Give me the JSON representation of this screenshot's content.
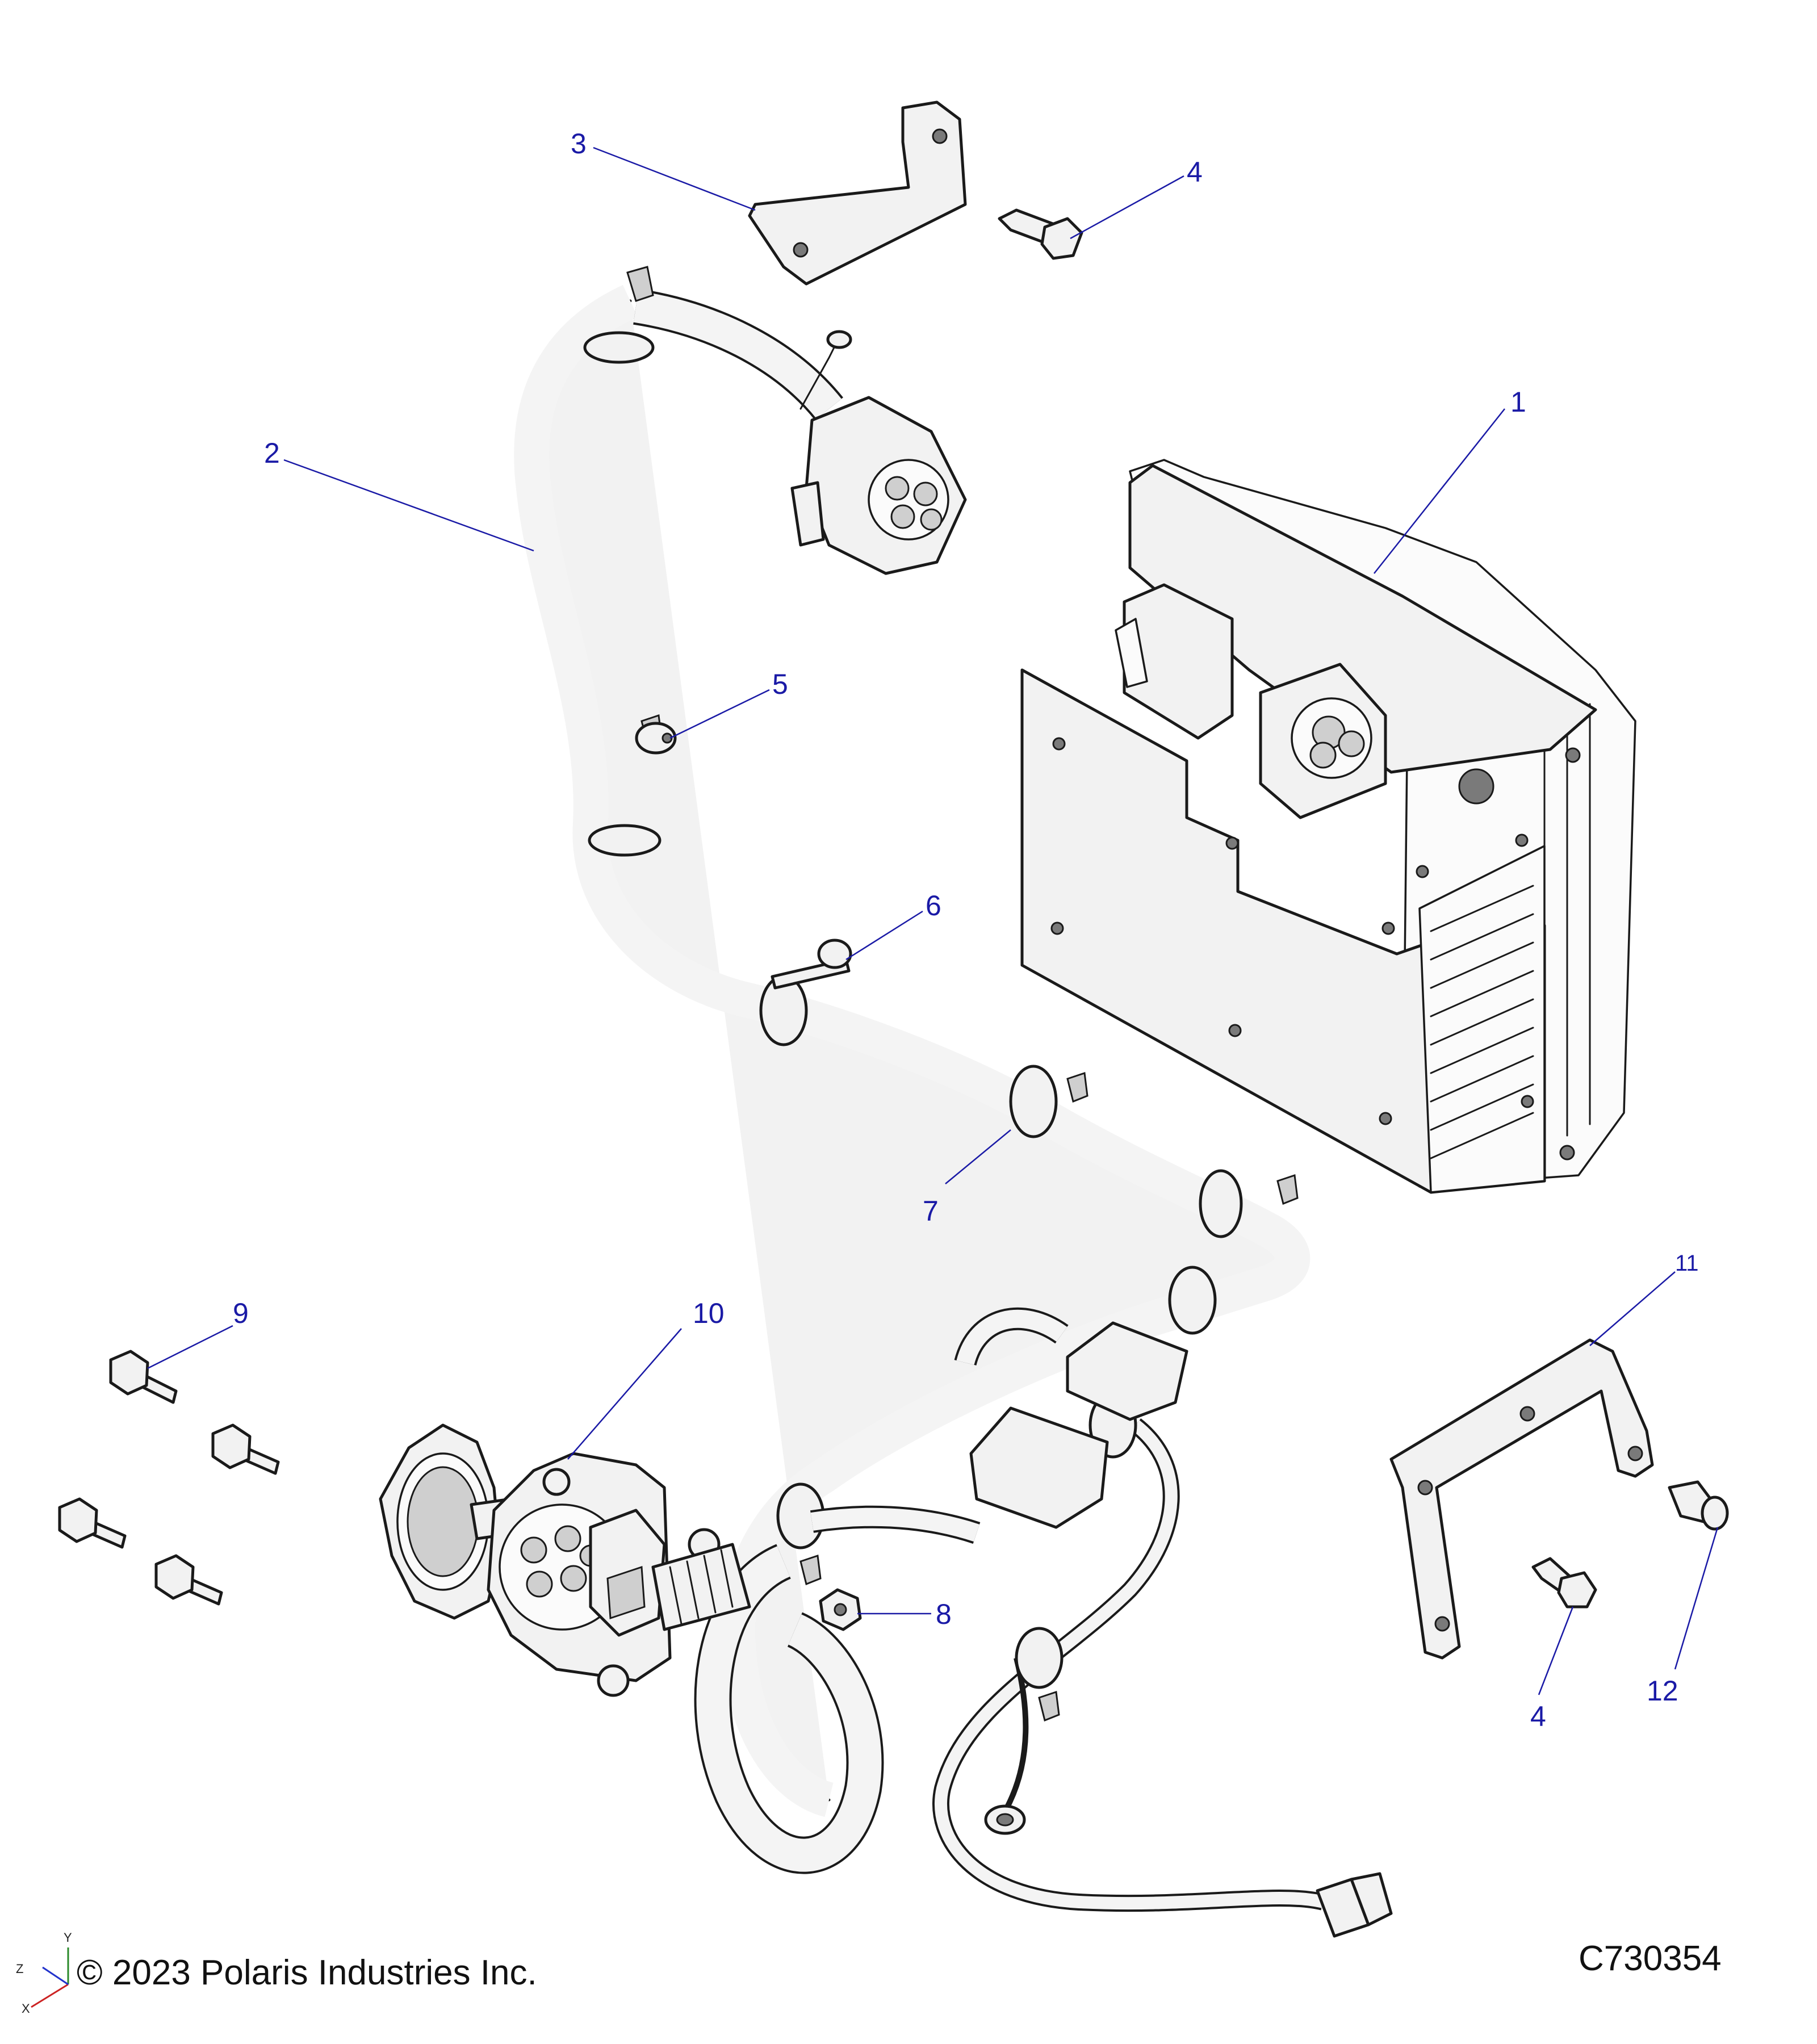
{
  "callouts": [
    {
      "id": "1",
      "label": "1"
    },
    {
      "id": "2",
      "label": "2"
    },
    {
      "id": "3",
      "label": "3"
    },
    {
      "id": "4a",
      "label": "4"
    },
    {
      "id": "5",
      "label": "5"
    },
    {
      "id": "6",
      "label": "6"
    },
    {
      "id": "7",
      "label": "7"
    },
    {
      "id": "8",
      "label": "8"
    },
    {
      "id": "9",
      "label": "9"
    },
    {
      "id": "10",
      "label": "10"
    },
    {
      "id": "11",
      "label": "11"
    },
    {
      "id": "4b",
      "label": "4"
    },
    {
      "id": "12",
      "label": "12"
    }
  ],
  "footer": {
    "copyright": "© 2023 Polaris Industries Inc.",
    "drawing_number": "C730354"
  },
  "axes": {
    "x": "X",
    "y": "Y",
    "z": "Z"
  },
  "colors": {
    "callout": "#1a1aa6",
    "line": "#1a1a1a",
    "fill": "#f2f2f2"
  }
}
